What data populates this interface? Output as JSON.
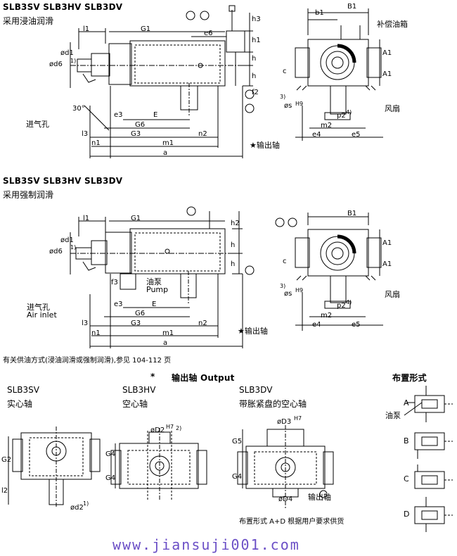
{
  "section1": {
    "title": "SLB3SV SLB3HV SLB3DV",
    "subtitle": "采用浸油润滑",
    "oil_tank": "补偿油箱",
    "fan": "风扇",
    "air_inlet": "进气孔",
    "output_shaft": "★输出轴",
    "dims": {
      "l1": "l1",
      "G1": "G1",
      "e6": "e6",
      "h3": "h3",
      "h1": "h1",
      "h": "h",
      "h_b": "h",
      "f2": "f2",
      "d1": "ød1",
      "d6": "ød6",
      "note1": "1)",
      "angle": "30°",
      "e3": "e3",
      "E": "E",
      "G6": "G6",
      "l3": "l3",
      "G3": "G3",
      "n2": "n2",
      "n1": "n1",
      "m1": "m1",
      "a": "a",
      "b1": "b1",
      "B1": "B1",
      "A1": "A1",
      "A1b": "A1",
      "c": "c",
      "s": "øs",
      "H9": "H9",
      "note3": "3)",
      "m2": "m2",
      "p2": "p2",
      "note4": "4)",
      "e4": "e4",
      "e5": "e5"
    }
  },
  "section2": {
    "title": "SLB3SV SLB3HV SLB3DV",
    "subtitle": "采用强制润滑",
    "pump_cn": "油泵",
    "pump_en": "Pump",
    "air_inlet_cn": "进气孔",
    "air_inlet_en": "Air inlet",
    "fan": "风扇",
    "output_shaft": "★输出轴",
    "dims": {
      "l1": "l1",
      "G1": "G1",
      "h2": "h2",
      "h": "h",
      "h_b": "h",
      "d1": "ød1",
      "d6": "ød6",
      "note1": "1)",
      "f3": "f3",
      "e3": "e3",
      "E": "E",
      "G6": "G6",
      "l3": "l3",
      "G3": "G3",
      "n2": "n2",
      "n1": "n1",
      "m1": "m1",
      "a": "a",
      "B1": "B1",
      "A1": "A1",
      "A1b": "A1",
      "c": "c",
      "s": "øs",
      "H9": "H9",
      "note3": "3)",
      "m2": "m2",
      "p2": "p2",
      "note4": "4)",
      "e4": "e4",
      "e5": "e5"
    }
  },
  "note_supply": "有关供油方式(浸油润滑或强制润滑),参见 104-112 页",
  "output": {
    "star": "*",
    "header": "输出轴 Output",
    "sv": {
      "model": "SLB3SV",
      "desc": "实心轴",
      "G2": "G2",
      "l2": "l2",
      "d2": "ød2",
      "note": "1)"
    },
    "hv": {
      "model": "SLB3HV",
      "desc": "空心轴",
      "D2": "øD2",
      "tol": "H7",
      "note": "2)",
      "G4a": "G4",
      "G4b": "G4"
    },
    "dv": {
      "model": "SLB3DV",
      "desc": "带胀紧盘的空心轴",
      "D3": "øD3",
      "tol": "H7",
      "G5": "G5",
      "G4": "G4",
      "D4": "øD4",
      "shaft": "输出轴"
    },
    "dv_note": "布置形式 A+D 根据用户要求供货"
  },
  "layout": {
    "title": "布置形式",
    "pump": "油泵",
    "labels": [
      "A",
      "B",
      "C",
      "D"
    ]
  },
  "watermark": "www.jiansuji001.com"
}
